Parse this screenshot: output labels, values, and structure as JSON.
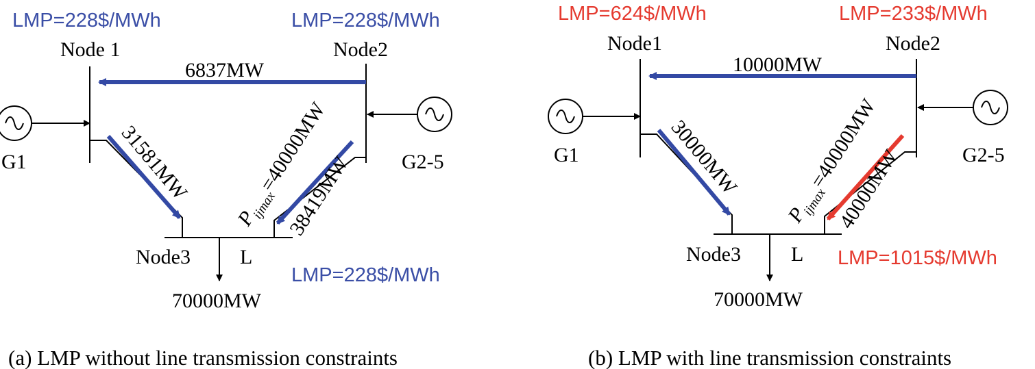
{
  "colors": {
    "blue_arrow": "#3349a4",
    "red": "#e53a2f",
    "blue_text": "#3a4ea6",
    "line": "#000000"
  },
  "panel_a": {
    "lmp_node1": "LMP=228$/MWh",
    "lmp_node2": "LMP=228$/MWh",
    "lmp_node3": "LMP=228$/MWh",
    "node1": "Node 1",
    "node2": "Node2",
    "node3": "Node3",
    "gen1": "G1",
    "gen2": "G2-5",
    "flow_12": "6837MW",
    "flow_13": "31581MW",
    "flow_23": "38419MW",
    "constraint_symbol": "P",
    "constraint_subscript": "ijmax",
    "constraint_value": "=40000MW",
    "load_label": "L",
    "load_value": "70000MW",
    "caption": "(a) LMP without line transmission constraints"
  },
  "panel_b": {
    "lmp_node1": "LMP=624$/MWh",
    "lmp_node2": "LMP=233$/MWh",
    "lmp_node3": "LMP=1015$/MWh",
    "node1": "Node1",
    "node2": "Node2",
    "node3": "Node3",
    "gen1": "G1",
    "gen2": "G2-5",
    "flow_12": "10000MW",
    "flow_13": "30000MW",
    "flow_23": "40000MW",
    "constraint_symbol": "P",
    "constraint_subscript": "ijmax",
    "constraint_value": "=40000MW",
    "load_label": "L",
    "load_value": "70000MW",
    "caption": "(b) LMP with line transmission constraints"
  }
}
